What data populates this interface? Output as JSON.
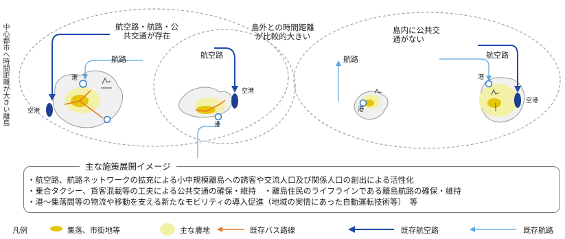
{
  "side_text": "中心都市へ時間距離が大きい離島",
  "left_group": {
    "header": "航空路・航路・公共交通が存在",
    "route_sea": "航路",
    "route_air": "航空路",
    "port": "港",
    "airport": "空港"
  },
  "middle_group": {
    "header": "島外との時間距離が比較的大きい",
    "route_air": "航空路",
    "port": "港",
    "airport": "空港"
  },
  "right_group": {
    "header": "島内に公共交通がない",
    "route_sea": "航路",
    "route_air": "航空路",
    "port_a": "港",
    "port_b": "港",
    "airport": "空港"
  },
  "policy": {
    "title": "主な施策展開イメージ",
    "items": [
      "・航空路、航路ネットワークの拡充による小中規模離島への誘客や交流人口及び関係人口の創出による活性化",
      "・乗合タクシー、貨客混載等の工夫による公共交通の確保・維持　・離島住民のライフラインである離島航路の確保・維持",
      "・港～集落間等の物流や移動を支える新たなモビリティの導入促進（地域の実情にあった自動運転技術等）　等"
    ]
  },
  "legend": {
    "title": "凡例",
    "settlement": "集落、市街地等",
    "farmland": "主な農地",
    "bus": "既存バス路線",
    "air": "既存航空路",
    "sea": "既存航路"
  },
  "colors": {
    "air_route": "#1f4aa8",
    "sea_route": "#5aa6e0",
    "bus_route": "#e8762b",
    "settlement": "#e6c40a",
    "farmland": "#f3f1a6",
    "port": "#2c7fc9",
    "airport": "#1c3f8f"
  }
}
